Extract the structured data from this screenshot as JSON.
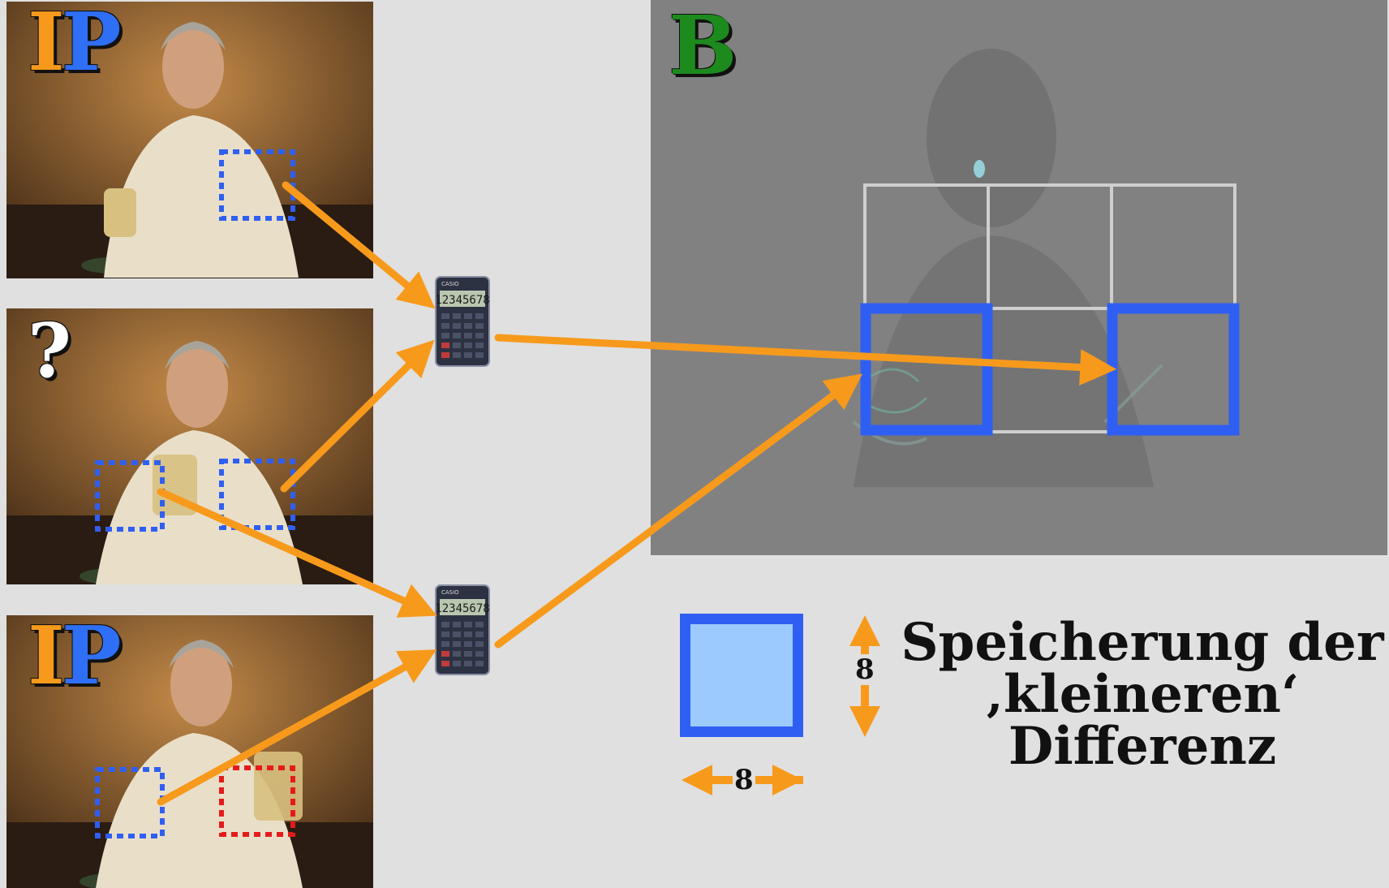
{
  "frames": {
    "top": {
      "label_i": "I",
      "label_p": "P"
    },
    "middle": {
      "label": "?"
    },
    "bottom": {
      "label_i": "I",
      "label_p": "P"
    }
  },
  "b_frame": {
    "label": "B"
  },
  "calculator": {
    "display": "12345678",
    "brand": "CASIO"
  },
  "legend": {
    "width_label": "8",
    "height_label": "8",
    "caption_lines": [
      "Speicherung der",
      "‚kleineren‘",
      "Differenz"
    ]
  },
  "colors": {
    "arrow": "#f79a1c",
    "block_blue": "#2f5ff2",
    "block_fill": "#9ccaff",
    "block_red": "#e51b1b",
    "label_green": "#1d8a1d",
    "background": "#e0e0e0"
  },
  "icons": [
    "calculator-icon",
    "double-arrow-horizontal-icon",
    "double-arrow-vertical-icon"
  ]
}
